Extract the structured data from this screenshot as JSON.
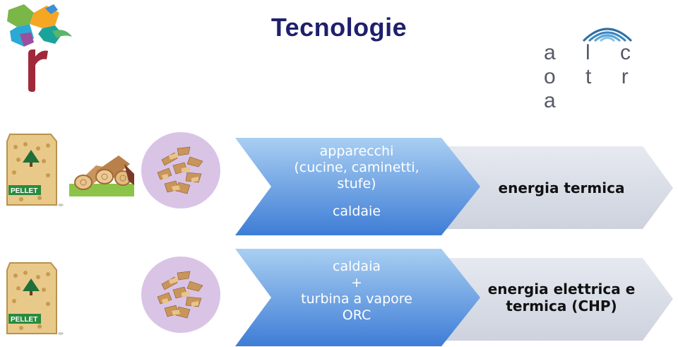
{
  "header": {
    "title": "Tecnologie"
  },
  "logos": {
    "left_logo": {
      "icon": "regional-tree-logo-icon"
    },
    "right_logo": {
      "icon": "alcotra-logo-icon",
      "text": "a l c o t r a"
    }
  },
  "rows": [
    {
      "images": [
        "pellet-bag-icon",
        "firewood-logs-icon",
        "wood-chips-icon"
      ],
      "pellet_label": "PELLET",
      "technology": {
        "line1": "apparecchi",
        "line2": "(cucine, caminetti,",
        "line3": "stufe)",
        "line4": "caldaie"
      },
      "output": {
        "line1": "energia termica"
      }
    },
    {
      "images": [
        "pellet-bag-icon",
        "wood-chips-icon"
      ],
      "pellet_label": "PELLET",
      "technology": {
        "line1": "caldaia",
        "line2": "+",
        "line3": "turbina a vapore",
        "line4": "ORC"
      },
      "output": {
        "line1": "energia elettrica e",
        "line2": "termica (CHP)"
      }
    }
  ],
  "colors": {
    "title": "#1f1f6e",
    "arrow_light": "#a9cff2",
    "arrow_dark": "#3e7dd6",
    "output_arrow": "#d7dbe6",
    "chips_circle": "#d9c4e6"
  }
}
